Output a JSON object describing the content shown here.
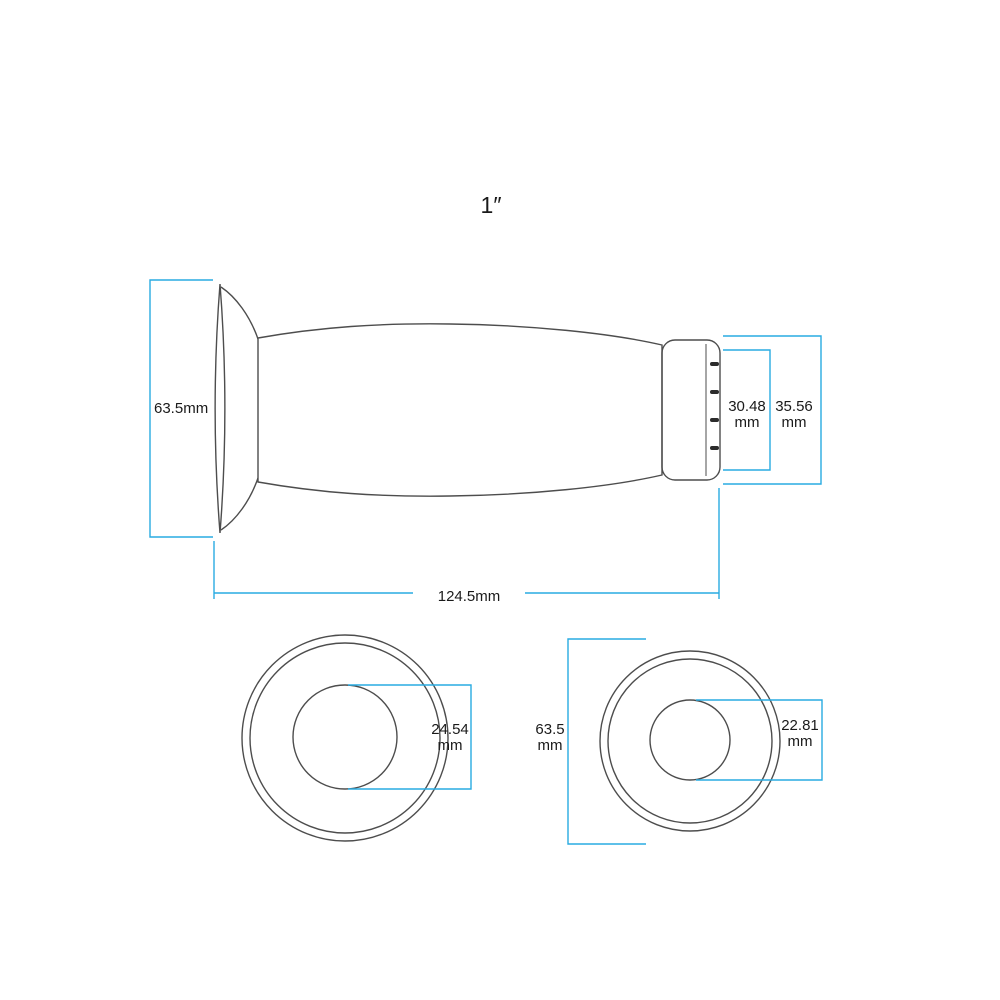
{
  "diagram": {
    "title": "1″",
    "dimensions": {
      "flange_diameter": {
        "value": "63.5mm"
      },
      "cap_face": {
        "value": "30.48",
        "unit": "mm"
      },
      "cap_outer": {
        "value": "35.56",
        "unit": "mm"
      },
      "overall_length": {
        "value": "124.5mm"
      },
      "left_bore": {
        "value": "24.54",
        "unit": "mm"
      },
      "right_flange": {
        "value": "63.5",
        "unit": "mm"
      },
      "right_bore": {
        "value": "22.81",
        "unit": "mm"
      }
    },
    "colors": {
      "dimension_line": "#29ABE2",
      "outline": "#4D4D4D",
      "label_text": "#1A1A1A",
      "background": "#FFFFFF"
    }
  }
}
